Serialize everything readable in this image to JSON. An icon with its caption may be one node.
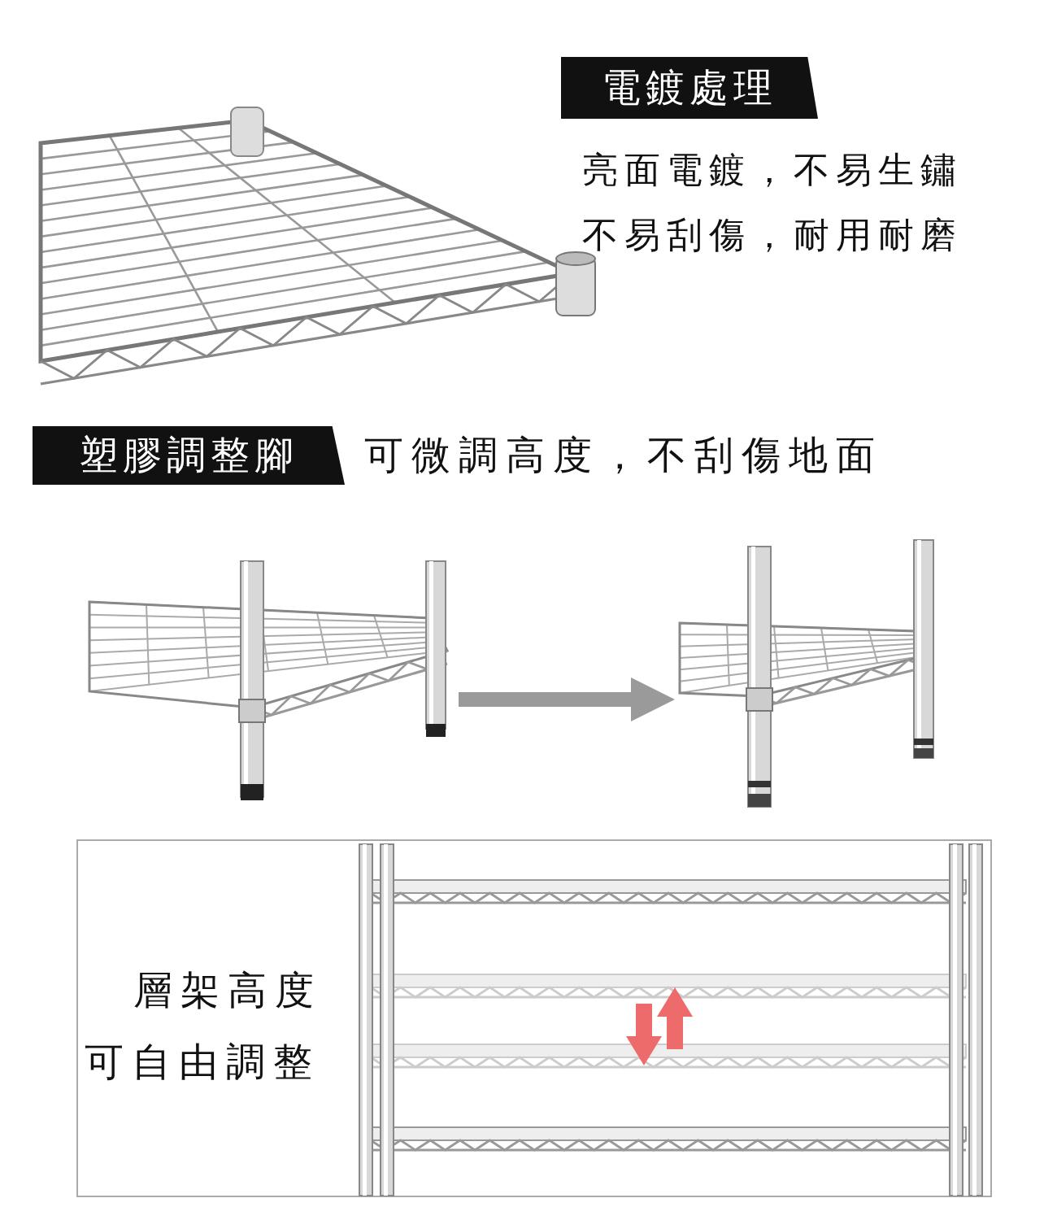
{
  "diagram": {
    "nodes": [
      {
        "text": [
          "電鍍處理"
        ],
        "beside": [
          "亮面電鍍，不易生鏽不易刮傷，耐用耐磨"
        ]
      },
      {
        "text": [
          "塑膠調整腳"
        ],
        "beside": [
          "可微調高度，不刮傷地面"
        ]
      },
      {
        "text": [],
        "shape": "picture"
      },
      {
        "text": [],
        "shape": "picture"
      },
      {
        "text": [
          "層架高度可自由調整"
        ]
      }
    ],
    "edges": [
      {
        "from": 2,
        "to": 3,
        "arrow": "to"
      }
    ]
  }
}
